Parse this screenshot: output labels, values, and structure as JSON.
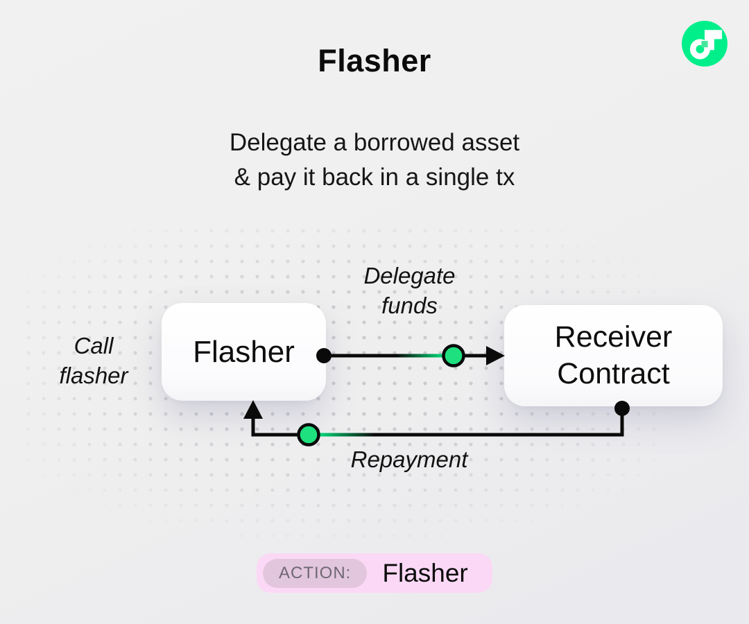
{
  "page": {
    "title": "Flasher",
    "subtitle_line1": "Delegate a borrowed asset",
    "subtitle_line2": "& pay it back in a single tx"
  },
  "logo": {
    "name": "flow-logo",
    "circle_color": "#00ef8b",
    "glyph_color": "#ffffff",
    "accent_square_color": "#45e69c"
  },
  "diagram": {
    "flasher_label": "Flasher",
    "receiver_label_line1": "Receiver",
    "receiver_label_line2": "Contract",
    "call_label_line1": "Call",
    "call_label_line2": "flasher",
    "delegate_label_line1": "Delegate",
    "delegate_label_line2": "funds",
    "repayment_label": "Repayment",
    "line_color": "#0a0a0a",
    "marker_fill_color": "#1ee07e",
    "trail_green_color": "#00d977"
  },
  "action_badge": {
    "label": "ACTION:",
    "value": "Flasher",
    "badge_bg": "#fbd9f6",
    "chip_bg": "#e2c6dd"
  }
}
